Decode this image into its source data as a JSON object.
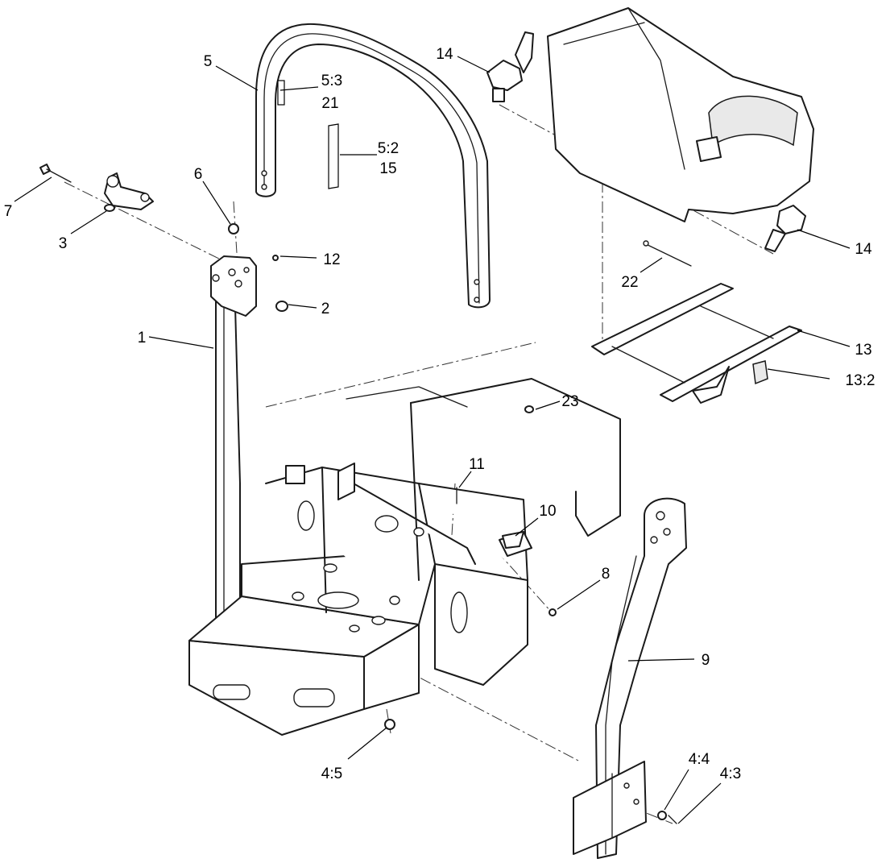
{
  "callouts": {
    "c5": "5",
    "c5_3": "5:3",
    "c21": "21",
    "c5_2": "5:2",
    "c15": "15",
    "c14_top": "14",
    "c14_right": "14",
    "c7": "7",
    "c3": "3",
    "c6": "6",
    "c12": "12",
    "c2": "2",
    "c1": "1",
    "c22": "22",
    "c13": "13",
    "c13_2": "13:2",
    "c23": "23",
    "c11": "11",
    "c10": "10",
    "c8": "8",
    "c9": "9",
    "c4_5": "4:5",
    "c4_4": "4:4",
    "c4_3": "4:3"
  },
  "colors": {
    "line": "#1a1a1a",
    "background": "#ffffff"
  }
}
